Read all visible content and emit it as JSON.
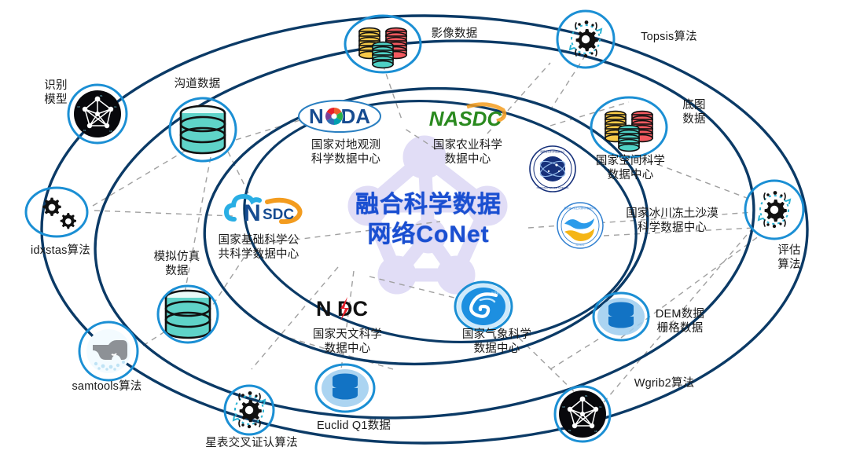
{
  "diagram": {
    "title": "融合科学数据网络CoNet",
    "title_lines": [
      "融合科学数据",
      "网络CoNet"
    ],
    "accent_color": "#1a4fd1",
    "orbit_color": "#0b3a66",
    "dashed_color": "#9a9a9a",
    "background": "#ffffff"
  },
  "centers": [
    {
      "id": "noda",
      "logo_text": "NODA",
      "logo_color": "#1a4f9c",
      "label": "国家对地观测\n科学数据中心",
      "icon": "aperture-swirl-logo"
    },
    {
      "id": "nasdc",
      "logo_text": "NASDC",
      "logo_color": "#2a8a1f",
      "label": "国家农业科学\n数据中心",
      "icon": "green-italic-logo"
    },
    {
      "id": "nssdc",
      "logo_text": "",
      "logo_color": "#16307a",
      "label": "国家空间科学\n数据中心",
      "icon": "space-science-badge"
    },
    {
      "id": "nsdc",
      "logo_text": "NSDC",
      "logo_color": "#1a4f9c",
      "label": "国家基础科学公\n共科学数据中心",
      "icon": "cloud-n-logo"
    },
    {
      "id": "ncdc",
      "logo_text": "",
      "logo_color": "#1f7fd4",
      "label": "国家冰川冻土沙漠\n科学数据中心",
      "icon": "blue-yellow-wave-badge"
    },
    {
      "id": "nadc",
      "logo_text": "NADC",
      "logo_color": "#111111",
      "label": "国家天文科学\n数据中心",
      "icon": "nadc-bolt-logo"
    },
    {
      "id": "nmic",
      "logo_text": "",
      "logo_color": "#1f8fe0",
      "label": "国家气象科学\n数据中心",
      "icon": "cyclone-swirl-logo"
    }
  ],
  "nodes": [
    {
      "id": "image-data",
      "label": "影像数据",
      "icon": "multicolor-stacked-db-icon",
      "kind": "data"
    },
    {
      "id": "topsis",
      "label": "Topsis算法",
      "icon": "gear-algorithm-icon",
      "kind": "algorithm"
    },
    {
      "id": "basemap-data",
      "label": "底图\n数据",
      "icon": "multicolor-stacked-db-icon",
      "kind": "data"
    },
    {
      "id": "eval-algorithm",
      "label": "评估\n算法",
      "icon": "gear-algorithm-icon",
      "kind": "algorithm"
    },
    {
      "id": "dem-data",
      "label": "DEM数据\n栅格数据",
      "icon": "blue-db-icon",
      "kind": "data"
    },
    {
      "id": "wgrib2",
      "label": "Wgrib2算法",
      "icon": "dark-network-icon",
      "kind": "algorithm"
    },
    {
      "id": "euclid-q1",
      "label": "Euclid Q1数据",
      "icon": "blue-db-icon",
      "kind": "data"
    },
    {
      "id": "crossmatch",
      "label": "星表交叉证认算法",
      "icon": "gear-algorithm-icon",
      "kind": "algorithm"
    },
    {
      "id": "samtools",
      "label": "samtools算法",
      "icon": "elephant-icon",
      "kind": "algorithm"
    },
    {
      "id": "simulation-data",
      "label": "模拟仿真\n数据",
      "icon": "teal-db-icon",
      "kind": "data"
    },
    {
      "id": "idxstas",
      "label": "idxstas算法",
      "icon": "double-gear-icon",
      "kind": "algorithm"
    },
    {
      "id": "recognition-model",
      "label": "识别\n模型",
      "icon": "dark-network-icon",
      "kind": "model"
    },
    {
      "id": "channel-data",
      "label": "沟道数据",
      "icon": "teal-db-icon",
      "kind": "data"
    }
  ]
}
